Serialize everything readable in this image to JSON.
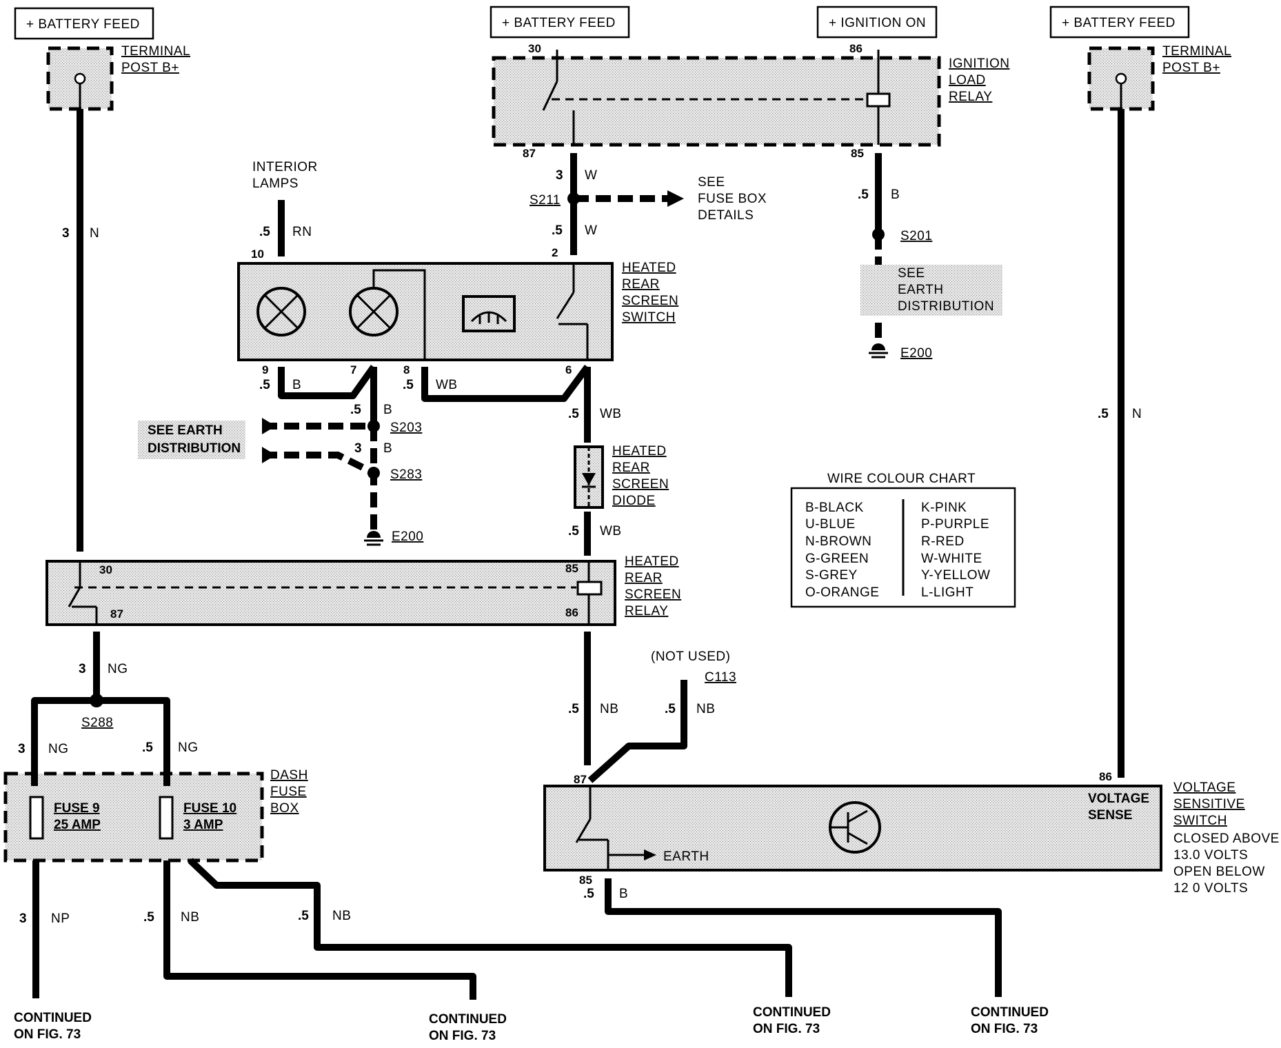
{
  "labels": {
    "battery_feed_1": "+ BATTERY FEED",
    "battery_feed_2": "+ BATTERY FEED",
    "battery_feed_3": "+ BATTERY FEED",
    "ignition_on": "+ IGNITION ON",
    "terminal_post_1a": "TERMINAL",
    "terminal_post_1b": "POST B+",
    "terminal_post_2a": "TERMINAL",
    "terminal_post_2b": "POST B+",
    "ign_relay_1": "IGNITION",
    "ign_relay_2": "LOAD",
    "ign_relay_3": "RELAY",
    "interior_1": "INTERIOR",
    "interior_2": "LAMPS",
    "fusebox_see": "SEE",
    "fusebox_1": "FUSE BOX",
    "fusebox_2": "DETAILS",
    "hrs_switch_1": "HEATED",
    "hrs_switch_2": "REAR",
    "hrs_switch_3": "SCREEN",
    "hrs_switch_4": "SWITCH",
    "earth_dist_see": "SEE",
    "earth_dist_1": "EARTH",
    "earth_dist_2": "DISTRIBUTION",
    "see_earth_1": "SEE EARTH",
    "see_earth_2": "DISTRIBUTION",
    "hrs_diode_1": "HEATED",
    "hrs_diode_2": "REAR",
    "hrs_diode_3": "SCREEN",
    "hrs_diode_4": "DIODE",
    "hrs_relay_1": "HEATED",
    "hrs_relay_2": "REAR",
    "hrs_relay_3": "SCREEN",
    "hrs_relay_4": "RELAY",
    "not_used": "(NOT USED)",
    "dash_fuse_1": "DASH",
    "dash_fuse_2": "FUSE",
    "dash_fuse_3": "BOX",
    "fuse9_1": "FUSE 9",
    "fuse9_2": "25 AMP",
    "fuse10_1": "FUSE 10",
    "fuse10_2": "3 AMP",
    "vss_1": "VOLTAGE",
    "vss_2": "SENSITIVE",
    "vss_3": "SWITCH",
    "vss_4": "CLOSED ABOVE",
    "vss_5": "13.0 VOLTS",
    "vss_6": "OPEN BELOW",
    "vss_7": "12 0 VOLTS",
    "voltage_sense_1": "VOLTAGE",
    "voltage_sense_2": "SENSE",
    "earth_arrow": "EARTH",
    "continued_1a": "CONTINUED",
    "continued_1b": "ON FIG. 73",
    "continued_2a": "CONTINUED",
    "continued_2b": "ON FIG. 73",
    "continued_3a": "CONTINUED",
    "continued_3b": "ON FIG. 73",
    "continued_4a": "CONTINUED",
    "continued_4b": "ON FIG. 73"
  },
  "splices": {
    "s211": "S211",
    "s201": "S201",
    "s203": "S203",
    "s283": "S283",
    "s288": "S288",
    "c113": "C113",
    "e200_a": "E200",
    "e200_b": "E200"
  },
  "pins": {
    "p30_top": "30",
    "p86_top": "86",
    "p87_top": "87",
    "p85_top": "85",
    "p10": "10",
    "p2": "2",
    "p9": "9",
    "p7": "7",
    "p8": "8",
    "p6": "6",
    "p30_rel": "30",
    "p87_rel": "87",
    "p85_rel": "85",
    "p86_rel": "86",
    "p87_vss": "87",
    "p86_vss": "86",
    "p85_vss": "85"
  },
  "wires": {
    "w1_size": "3",
    "w1_col": "N",
    "w2_size": "3",
    "w2_col": "W",
    "w3_size": ".5",
    "w3_col": "W",
    "w4_size": ".5",
    "w4_col": "B",
    "w5_size": ".5",
    "w5_col": "RN",
    "w6_size": ".5",
    "w6_col": "B",
    "w7_size": ".5",
    "w7_col": "WB",
    "w8_size": ".5",
    "w8_col": "B",
    "w9_size": "3",
    "w9_col": "B",
    "w10_size": ".5",
    "w10_col": "WB",
    "w11_size": ".5",
    "w11_col": "WB",
    "w12_size": ".5",
    "w12_col": "N",
    "w13_size": "3",
    "w13_col": "NG",
    "w14_size": "3",
    "w14_col": "NG",
    "w15_size": ".5",
    "w15_col": "NG",
    "w16_size": ".5",
    "w16_col": "NB",
    "w17_size": ".5",
    "w17_col": "NB",
    "w18_size": "3",
    "w18_col": "NP",
    "w19_size": ".5",
    "w19_col": "NB",
    "w20_size": ".5",
    "w20_col": "NB",
    "w21_size": ".5",
    "w21_col": "B"
  },
  "wire_colour_chart": {
    "title": "WIRE COLOUR CHART",
    "left": [
      "B-BLACK",
      "U-BLUE",
      "N-BROWN",
      "G-GREEN",
      "S-GREY",
      "O-ORANGE"
    ],
    "right": [
      "K-PINK",
      "P-PURPLE",
      "R-RED",
      "W-WHITE",
      "Y-YELLOW",
      "L-LIGHT"
    ]
  }
}
